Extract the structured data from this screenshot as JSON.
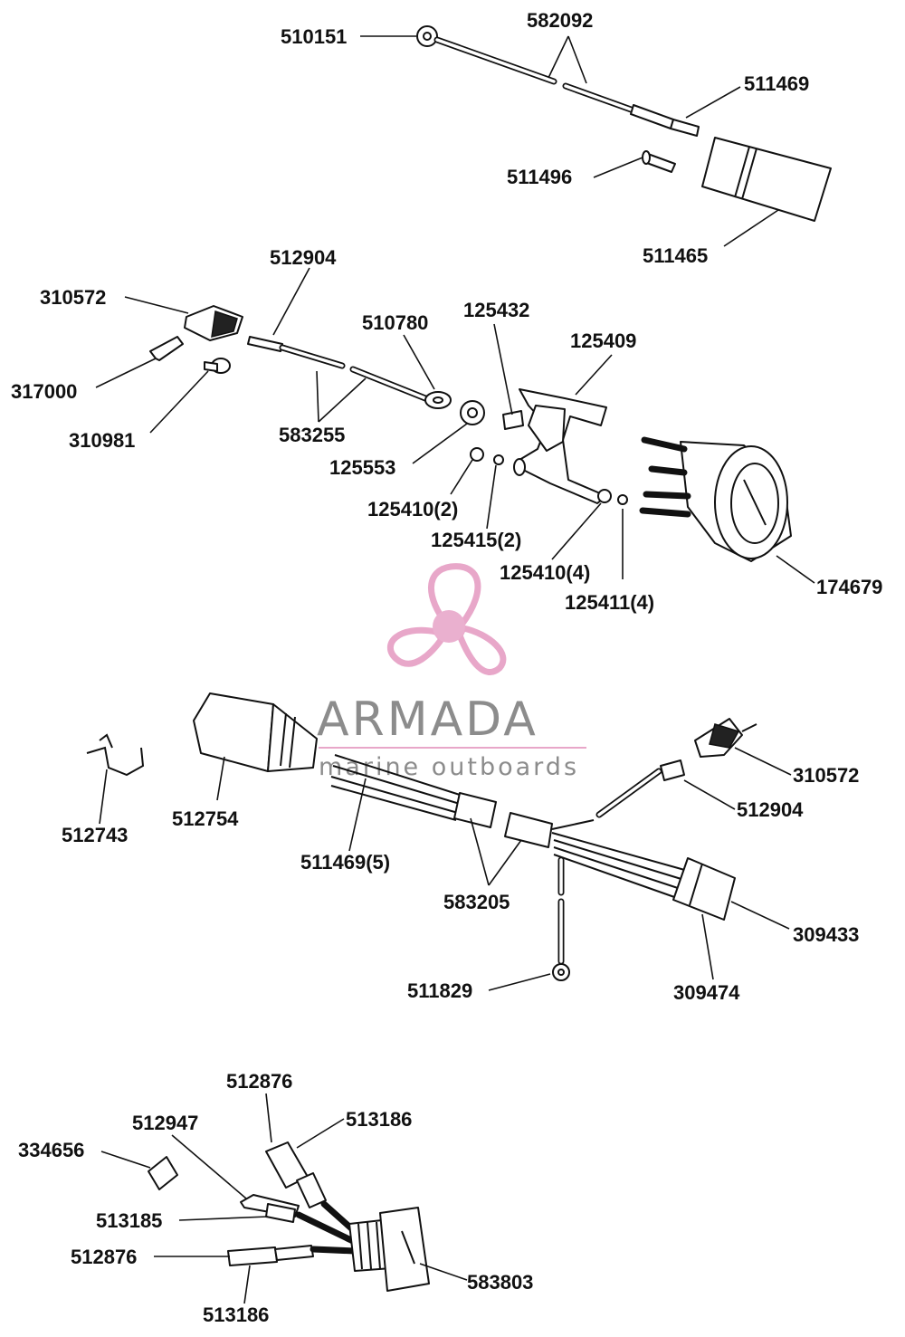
{
  "diagram": {
    "groups": [
      {
        "id": "tach-cable",
        "labels": [
          {
            "key": "p510151",
            "text": "510151"
          },
          {
            "key": "p582092",
            "text": "582092"
          },
          {
            "key": "p511469",
            "text": "511469"
          },
          {
            "key": "p511496",
            "text": "511496"
          },
          {
            "key": "p511465",
            "text": "511465"
          }
        ]
      },
      {
        "id": "gauge",
        "labels": [
          {
            "key": "p512904a",
            "text": "512904"
          },
          {
            "key": "p310572a",
            "text": "310572"
          },
          {
            "key": "p510780",
            "text": "510780"
          },
          {
            "key": "p125432",
            "text": "125432"
          },
          {
            "key": "p125409",
            "text": "125409"
          },
          {
            "key": "p317000",
            "text": "317000"
          },
          {
            "key": "p310981",
            "text": "310981"
          },
          {
            "key": "p583255",
            "text": "583255"
          },
          {
            "key": "p125553",
            "text": "125553"
          },
          {
            "key": "p125410_2",
            "text": "125410(2)"
          },
          {
            "key": "p125415_2",
            "text": "125415(2)"
          },
          {
            "key": "p125410_4",
            "text": "125410(4)"
          },
          {
            "key": "p125411_4",
            "text": "125411(4)"
          },
          {
            "key": "p174679",
            "text": "174679"
          }
        ]
      },
      {
        "id": "harness",
        "labels": [
          {
            "key": "p310572b",
            "text": "310572"
          },
          {
            "key": "p512904b",
            "text": "512904"
          },
          {
            "key": "p512743",
            "text": "512743"
          },
          {
            "key": "p512754",
            "text": "512754"
          },
          {
            "key": "p511469_5",
            "text": "511469(5)"
          },
          {
            "key": "p583205",
            "text": "583205"
          },
          {
            "key": "p309433",
            "text": "309433"
          },
          {
            "key": "p309474",
            "text": "309474"
          },
          {
            "key": "p511829",
            "text": "511829"
          }
        ]
      },
      {
        "id": "switch",
        "labels": [
          {
            "key": "p512876a",
            "text": "512876"
          },
          {
            "key": "p513186a",
            "text": "513186"
          },
          {
            "key": "p512947",
            "text": "512947"
          },
          {
            "key": "p334656",
            "text": "334656"
          },
          {
            "key": "p513185",
            "text": "513185"
          },
          {
            "key": "p512876b",
            "text": "512876"
          },
          {
            "key": "p513186b",
            "text": "513186"
          },
          {
            "key": "p583803",
            "text": "583803"
          }
        ]
      }
    ]
  },
  "watermark": {
    "brand": "ARMADA",
    "tagline": "marine outboards",
    "color": "#8c8c8c",
    "logo_color": "#e8a7c9",
    "logo_center_color": "#eab0cf"
  }
}
